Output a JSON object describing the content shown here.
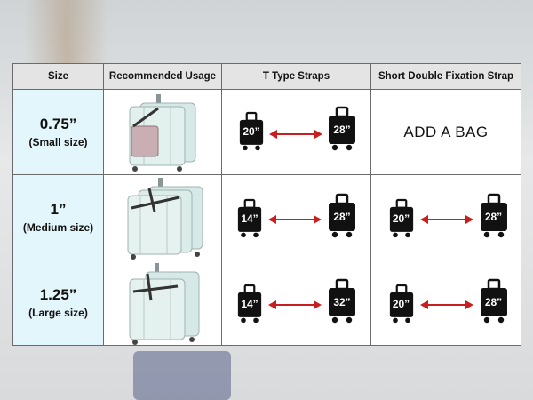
{
  "header": {
    "size": "Size",
    "usage": "Recommended Usage",
    "t_type": "T Type Straps",
    "double": "Short Double Fixation Strap"
  },
  "rows": [
    {
      "size": "0.75”",
      "name": "(Small size)",
      "t_from": "20”",
      "t_to": "28”",
      "double_text": "ADD A BAG"
    },
    {
      "size": "1”",
      "name": "(Medium size)",
      "t_from": "14”",
      "t_to": "28”",
      "d_from": "20”",
      "d_to": "28”"
    },
    {
      "size": "1.25”",
      "name": "(Large size)",
      "t_from": "14”",
      "t_to": "32”",
      "d_from": "20”",
      "d_to": "28”"
    }
  ],
  "colors": {
    "arrow": "#c81e1e",
    "case": "#111111",
    "size_bg": "#e3f6fb",
    "luggage": "#d6e9e6"
  }
}
